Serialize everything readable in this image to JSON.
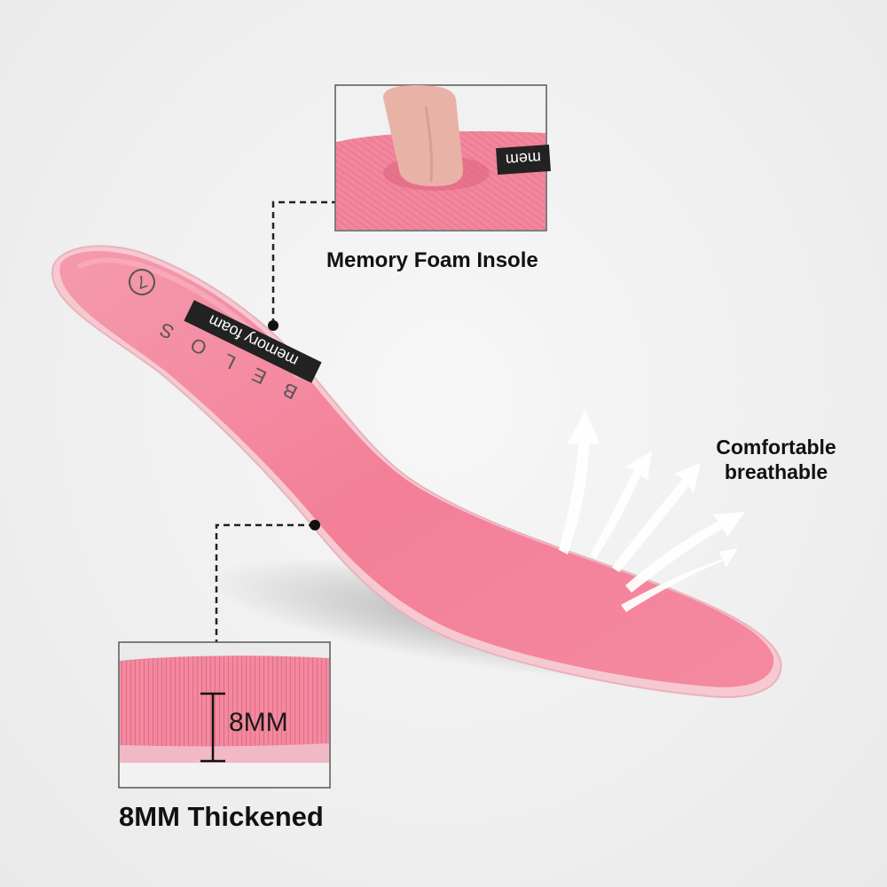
{
  "callouts": {
    "memory_foam": "Memory Foam Insole",
    "comfortable_line1": "Comfortable",
    "comfortable_line2": "breathable",
    "thickened": "8MM Thickened",
    "thickness_value": "8MM"
  },
  "insole": {
    "brand": "BELOS",
    "tag": "memory foam",
    "size": "7",
    "inset_tag_fragment": "mem"
  },
  "colors": {
    "insole_pink": "#f4849c",
    "insole_edge": "#f6c7cf",
    "tag_black": "#222222",
    "background": "#efefef"
  }
}
